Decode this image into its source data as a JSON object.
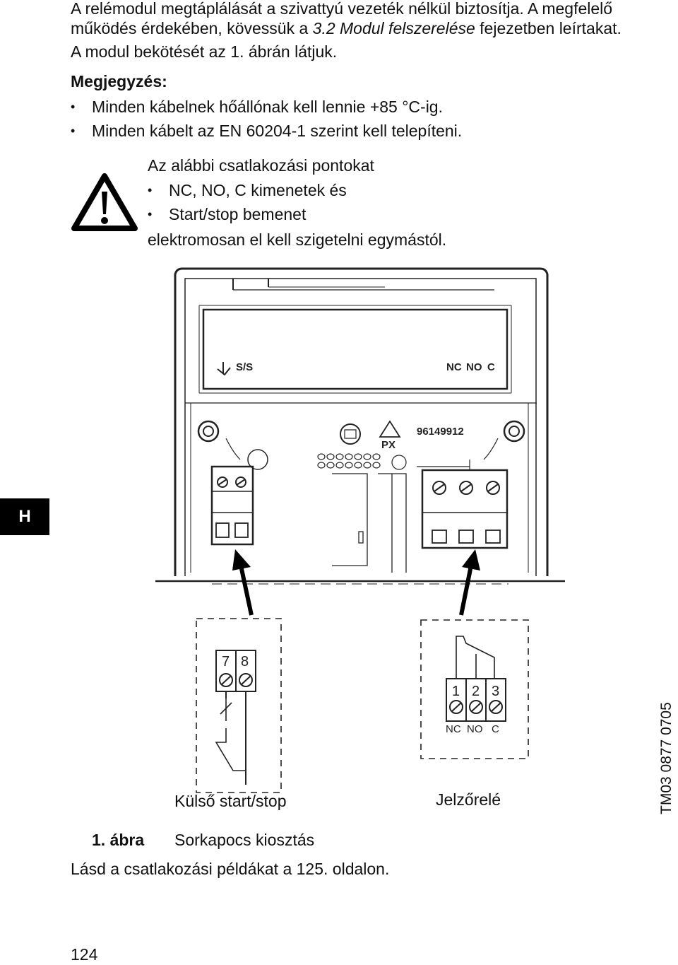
{
  "intro": {
    "line1": "A relémodul megtáplálását a szivattyú vezeték nélkül biztosítja. A megfelelő",
    "line2_pre": "működés érdekében, kövessük a ",
    "line2_ref": "3.2 Modul felszerelése",
    "line2_post": " fejezetben leírtakat.",
    "line3": "A modul bekötését az 1. ábrán látjuk."
  },
  "note": {
    "heading": "Megjegyzés:",
    "items": [
      "Minden kábelnek hőállónak kell lennie +85 °C-ig.",
      "Minden kábelt az EN 60204-1 szerint kell telepíteni."
    ]
  },
  "warning": {
    "icon": "warning-triangle-icon",
    "line1": "Az alábbi csatlakozási pontokat",
    "items": [
      "NC, NO, C kimenetek és",
      "Start/stop bemenet"
    ],
    "line2": "elektromosan el kell szigetelni egymástól."
  },
  "figure": {
    "module_label_ss": "S/S",
    "module_label_nc": "NC",
    "module_label_no": "NO",
    "module_label_c": "C",
    "part_number": "96149912",
    "material": "PX",
    "left_terminals": [
      "7",
      "8"
    ],
    "right_terminals": [
      "1",
      "2",
      "3"
    ],
    "right_labels": [
      "NC",
      "NO",
      "C"
    ],
    "label_start_stop": "Külső start/stop",
    "label_relay": "Jelzőrelé",
    "code": "TM03 0877 0705"
  },
  "caption": {
    "number": "1. ábra",
    "title": "Sorkapocs kiosztás"
  },
  "footer_text": "Lásd a csatlakozási példákat a 125. oldalon.",
  "page_number": "124",
  "side_tab": "H"
}
